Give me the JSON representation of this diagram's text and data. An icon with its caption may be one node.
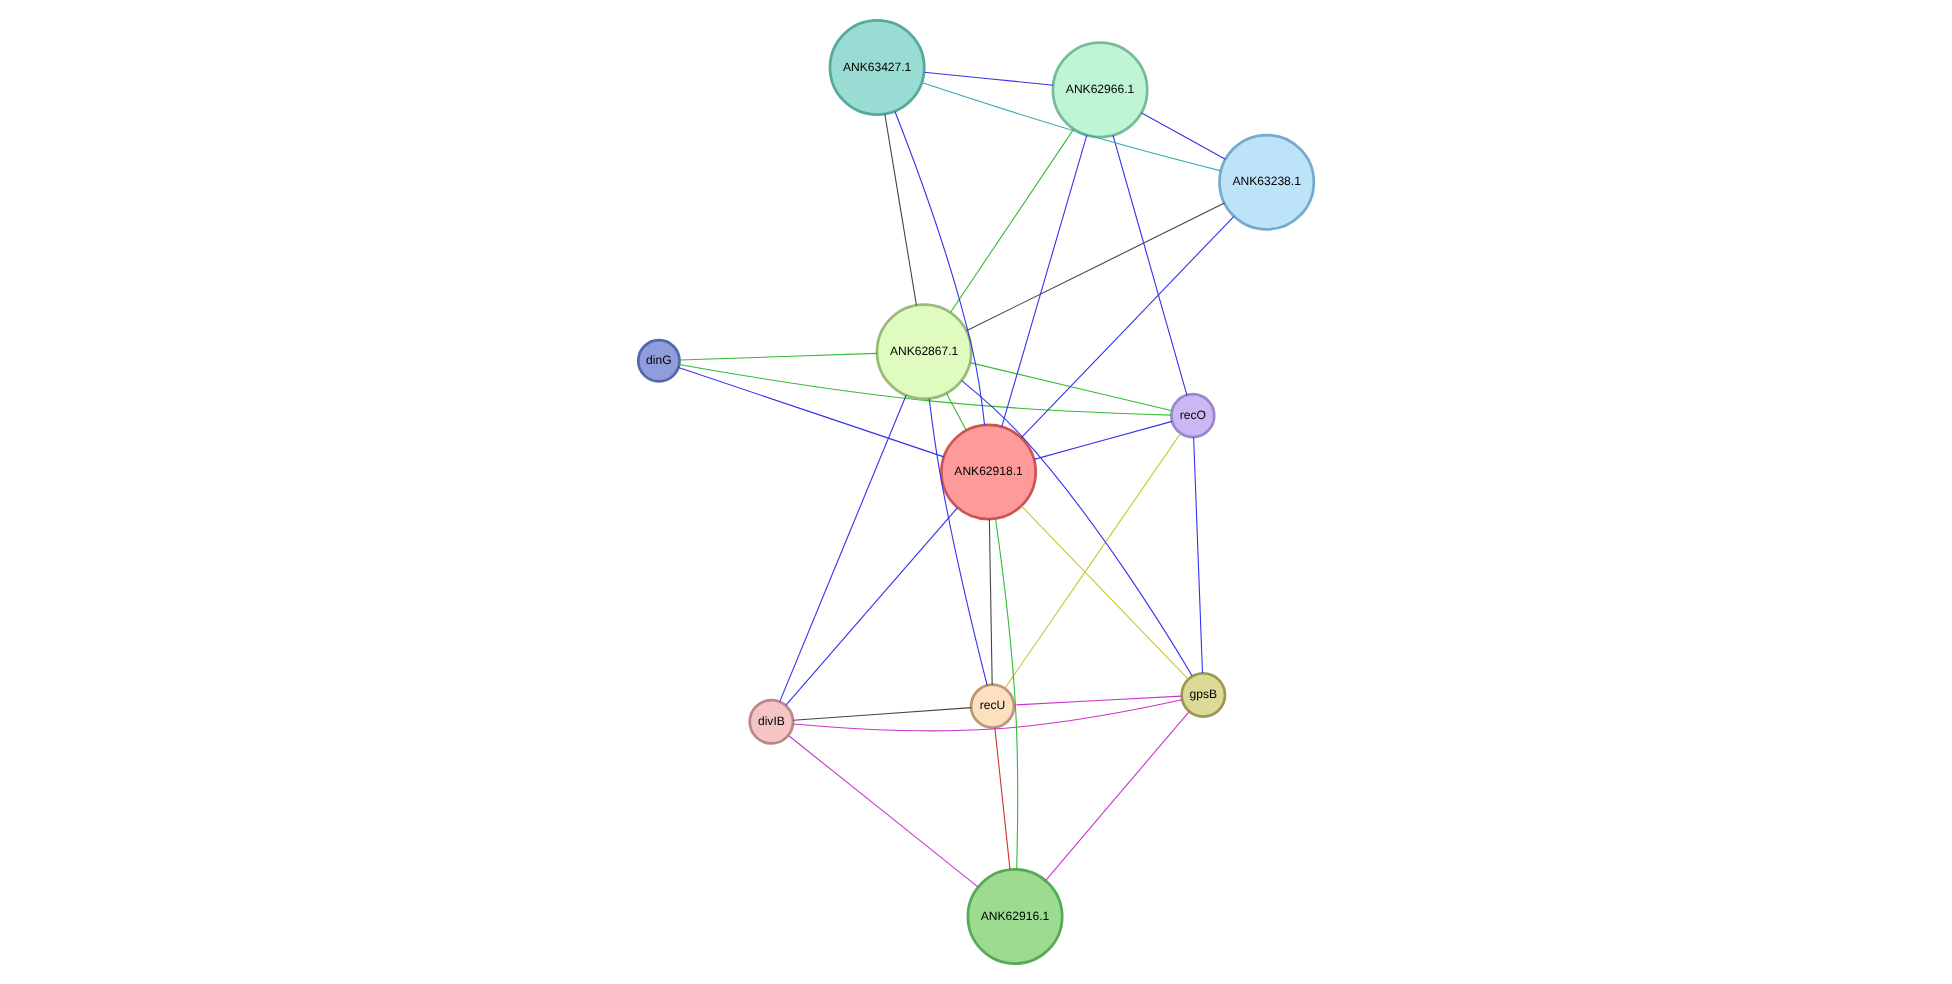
{
  "diagram": {
    "nodes": [
      {
        "text": [
          "dinG"
        ]
      },
      {
        "text": [
          "recO"
        ]
      },
      {
        "text": [
          "ANK62867.1"
        ]
      },
      {
        "text": [
          "ANK62966.1"
        ]
      },
      {
        "text": [
          "ANK63238.1"
        ]
      },
      {
        "text": [
          "divIB"
        ]
      },
      {
        "text": [
          "recU"
        ]
      },
      {
        "text": [
          "ANK62918.1"
        ]
      },
      {
        "text": [
          "ANK63427.1"
        ]
      },
      {
        "text": [
          "gpsB"
        ]
      },
      {
        "text": [
          "ANK62916.1"
        ]
      }
    ],
    "edges": [
      {
        "from": 0,
        "to": 1,
        "arrow": "none",
        "color": "#33bb33"
      },
      {
        "from": 0,
        "to": 2,
        "arrow": "none",
        "color": "#33bb33"
      },
      {
        "from": 0,
        "to": 7,
        "arrow": "none"
      },
      {
        "from": 1,
        "to": 2,
        "arrow": "none",
        "color": "#33bb33"
      },
      {
        "from": 1,
        "to": 3,
        "arrow": "none"
      },
      {
        "from": 1,
        "to": 7,
        "arrow": "none"
      },
      {
        "from": 1,
        "to": 6,
        "arrow": "none",
        "color": "#c8c830"
      },
      {
        "from": 1,
        "to": 9,
        "arrow": "none"
      },
      {
        "from": 2,
        "to": 3,
        "arrow": "none",
        "color": "#33bb33"
      },
      {
        "from": 2,
        "to": 4,
        "arrow": "none",
        "color": "#444444"
      },
      {
        "from": 2,
        "to": 8,
        "arrow": "none",
        "color": "#444444"
      },
      {
        "from": 2,
        "to": 7,
        "arrow": "none",
        "color": "#33bb33"
      },
      {
        "from": 2,
        "to": 5,
        "arrow": "none"
      },
      {
        "from": 2,
        "to": 6,
        "arrow": "none"
      },
      {
        "from": 2,
        "to": 9,
        "arrow": "none"
      },
      {
        "from": 3,
        "to": 4,
        "arrow": "none"
      },
      {
        "from": 3,
        "to": 8,
        "arrow": "none"
      },
      {
        "from": 3,
        "to": 7,
        "arrow": "none"
      },
      {
        "from": 4,
        "to": 8,
        "arrow": "none",
        "color": "#33aaaa"
      },
      {
        "from": 4,
        "to": 7,
        "arrow": "none"
      },
      {
        "from": 7,
        "to": 8,
        "arrow": "none"
      },
      {
        "from": 5,
        "to": 6,
        "arrow": "none",
        "color": "#444444"
      },
      {
        "from": 5,
        "to": 7,
        "arrow": "none"
      },
      {
        "from": 5,
        "to": 9,
        "arrow": "none",
        "color": "#cc33cc"
      },
      {
        "from": 5,
        "to": 10,
        "arrow": "none",
        "color": "#cc33cc"
      },
      {
        "from": 6,
        "to": 7,
        "arrow": "none",
        "color": "#444444"
      },
      {
        "from": 6,
        "to": 9,
        "arrow": "none",
        "color": "#cc33cc"
      },
      {
        "from": 6,
        "to": 10,
        "arrow": "none",
        "color": "#cc3333"
      },
      {
        "from": 9,
        "to": 7,
        "arrow": "none",
        "color": "#c8c830"
      },
      {
        "from": 9,
        "to": 10,
        "arrow": "none",
        "color": "#cc33cc"
      },
      {
        "from": 7,
        "to": 10,
        "arrow": "none",
        "color": "#33bb33"
      }
    ]
  }
}
